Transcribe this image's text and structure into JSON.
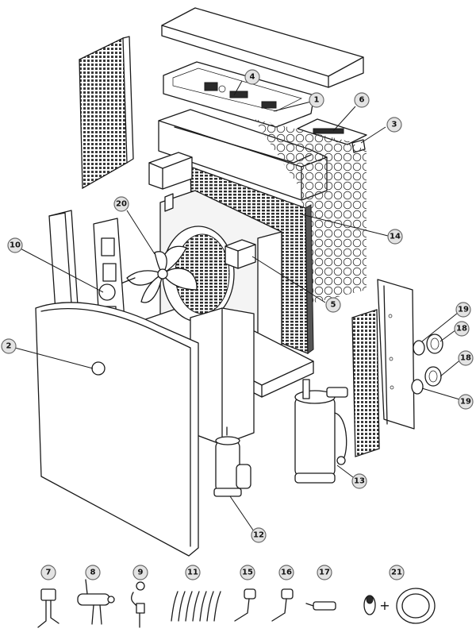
{
  "callouts": [
    {
      "id": "c1",
      "label": "1"
    },
    {
      "id": "c2",
      "label": "2"
    },
    {
      "id": "c3",
      "label": "3"
    },
    {
      "id": "c4",
      "label": "4"
    },
    {
      "id": "c5",
      "label": "5"
    },
    {
      "id": "c6",
      "label": "6"
    },
    {
      "id": "c7",
      "label": "7"
    },
    {
      "id": "c8",
      "label": "8"
    },
    {
      "id": "c9",
      "label": "9"
    },
    {
      "id": "c10",
      "label": "10"
    },
    {
      "id": "c11",
      "label": "11"
    },
    {
      "id": "c12",
      "label": "12"
    },
    {
      "id": "c13",
      "label": "13"
    },
    {
      "id": "c14",
      "label": "14"
    },
    {
      "id": "c15",
      "label": "15"
    },
    {
      "id": "c16",
      "label": "16"
    },
    {
      "id": "c17",
      "label": "17"
    },
    {
      "id": "c18a",
      "label": "18"
    },
    {
      "id": "c18b",
      "label": "18"
    },
    {
      "id": "c19a",
      "label": "19"
    },
    {
      "id": "c19b",
      "label": "19"
    },
    {
      "id": "c20",
      "label": "20"
    },
    {
      "id": "c21",
      "label": "21"
    }
  ],
  "plus_sign": "+"
}
